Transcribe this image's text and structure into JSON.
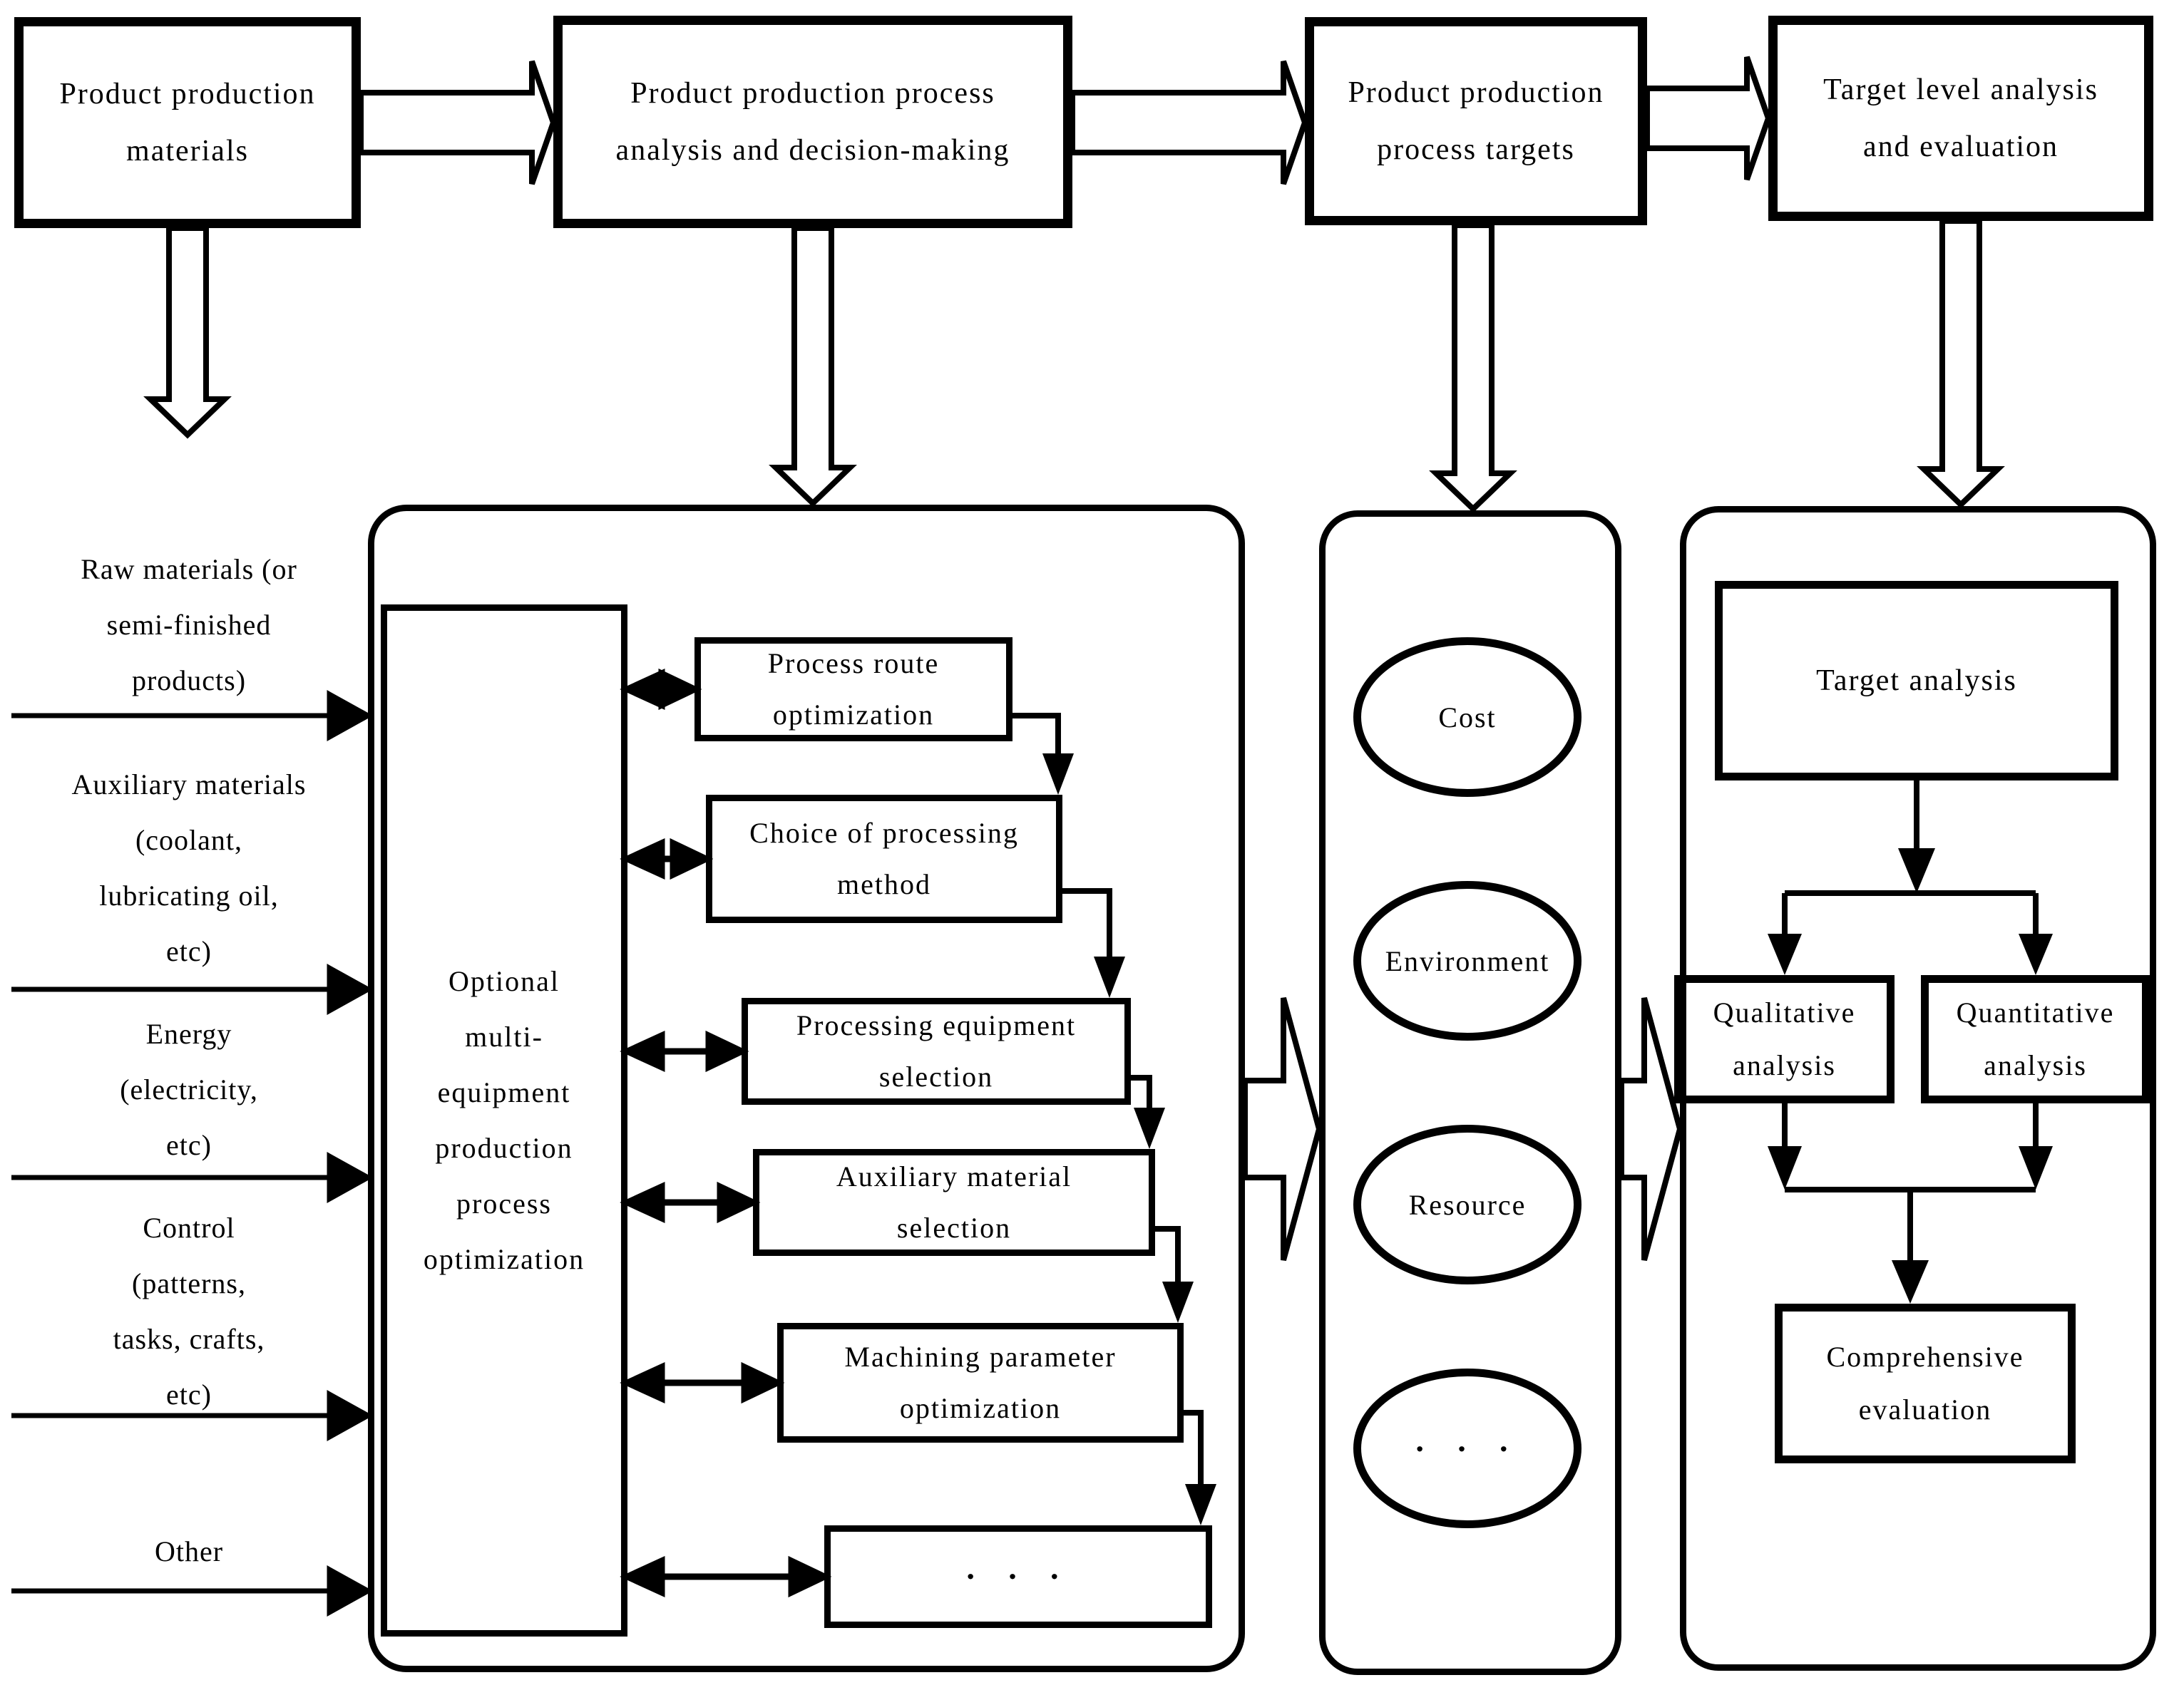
{
  "top_row": {
    "materials": "Product production\nmaterials",
    "analysis": "Product production process\nanalysis and decision-making",
    "targets": "Product production\nprocess targets",
    "evaluation": "Target level analysis\nand evaluation"
  },
  "inputs": {
    "raw": "Raw materials (or\nsemi-finished\nproducts)",
    "auxiliary": "Auxiliary materials\n(coolant,\nlubricating oil,\netc)",
    "energy": "Energy\n(electricity,\netc)",
    "control": "Control\n(patterns,\ntasks, crafts,\netc)",
    "other": "Other"
  },
  "optimization_panel": {
    "side_label": "Optional\nmulti-\nequipment\nproduction\nprocess\noptimization",
    "steps": {
      "route": "Process route\noptimization",
      "method": "Choice of processing\nmethod",
      "equipment": "Processing equipment\nselection",
      "auxiliary": "Auxiliary material\nselection",
      "machining": "Machining parameter\noptimization",
      "more": "· · ·"
    }
  },
  "targets_panel": {
    "cost": "Cost",
    "environment": "Environment",
    "resource": "Resource",
    "more": "· · ·"
  },
  "evaluation_panel": {
    "target_analysis": "Target analysis",
    "qualitative": "Qualitative\nanalysis",
    "quantitative": "Quantitative\nanalysis",
    "comprehensive": "Comprehensive\nevaluation"
  },
  "colors": {
    "ink": "#000000",
    "background": "#ffffff"
  }
}
